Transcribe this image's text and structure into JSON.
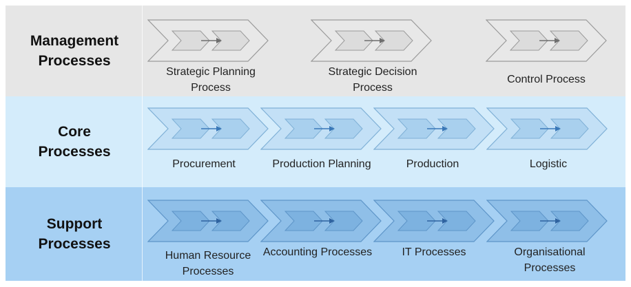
{
  "bands": [
    {
      "id": "management",
      "label": "Management\nProcesses",
      "bg": "#e6e6e6",
      "chevron_fill": "#e8e8e8",
      "chevron_stroke": "#9a9a9a",
      "inner_fill": "#dcdcdc",
      "arrow_color": "#6e6e6e",
      "items": [
        {
          "label": "Strategic Planning\nProcess"
        },
        {
          "label": "Strategic Decision\nProcess"
        },
        {
          "label": "Control Process"
        }
      ]
    },
    {
      "id": "core",
      "label": "Core\nProcesses",
      "bg": "#d4ecfb",
      "chevron_fill": "#c3e0f6",
      "chevron_stroke": "#7fb0d6",
      "inner_fill": "#a9d0ee",
      "arrow_color": "#3a78b8",
      "items": [
        {
          "label": "Procurement"
        },
        {
          "label": "Production Planning"
        },
        {
          "label": "Production"
        },
        {
          "label": "Logistic"
        }
      ]
    },
    {
      "id": "support",
      "label": "Support\nProcesses",
      "bg": "#a6d0f3",
      "chevron_fill": "#8fbfe8",
      "chevron_stroke": "#5e95c8",
      "inner_fill": "#7db2e0",
      "arrow_color": "#2f63a0",
      "items": [
        {
          "label": "Human Resource\nProcesses"
        },
        {
          "label": "Accounting Processes"
        },
        {
          "label": "IT Processes"
        },
        {
          "label": "Organisational\nProcesses"
        }
      ]
    }
  ]
}
